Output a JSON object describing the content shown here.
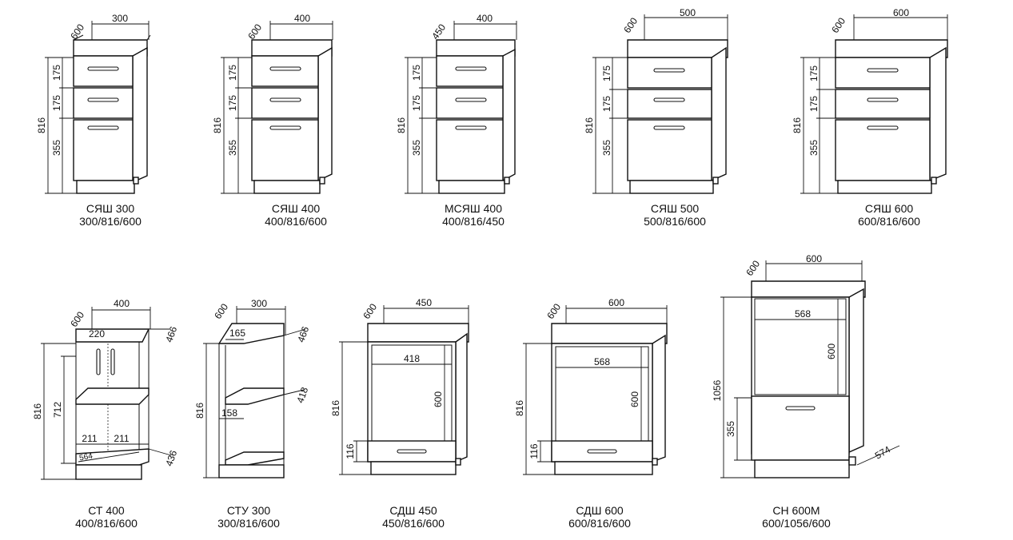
{
  "cabinets": [
    {
      "name": "СЯШ 300",
      "size": "300/816/600",
      "dims": [
        "300",
        "600",
        "816",
        "175",
        "175",
        "355"
      ]
    },
    {
      "name": "СЯШ 400",
      "size": "400/816/600",
      "dims": [
        "400",
        "600",
        "816",
        "175",
        "175",
        "355"
      ]
    },
    {
      "name": "МСЯШ 400",
      "size": "400/816/450",
      "dims": [
        "400",
        "450",
        "816",
        "175",
        "175",
        "355"
      ]
    },
    {
      "name": "СЯШ 500",
      "size": "500/816/600",
      "dims": [
        "500",
        "600",
        "816",
        "175",
        "175",
        "355"
      ]
    },
    {
      "name": "СЯШ 600",
      "size": "600/816/600",
      "dims": [
        "600",
        "600",
        "816",
        "175",
        "175",
        "355"
      ]
    },
    {
      "name": "СТ 400",
      "size": "400/816/600",
      "dims": [
        "400",
        "600",
        "220",
        "466",
        "816",
        "712",
        "211",
        "211",
        "564",
        "436"
      ]
    },
    {
      "name": "СТУ 300",
      "size": "300/816/600",
      "dims": [
        "300",
        "600",
        "165",
        "466",
        "816",
        "418",
        "158"
      ]
    },
    {
      "name": "СДШ 450",
      "size": "450/816/600",
      "dims": [
        "450",
        "600",
        "418",
        "600",
        "816",
        "116"
      ]
    },
    {
      "name": "СДШ 600",
      "size": "600/816/600",
      "dims": [
        "600",
        "600",
        "568",
        "600",
        "816",
        "116"
      ]
    },
    {
      "name": "СН 600М",
      "size": "600/1056/600",
      "dims": [
        "600",
        "600",
        "568",
        "600",
        "1056",
        "355",
        "574"
      ]
    }
  ]
}
